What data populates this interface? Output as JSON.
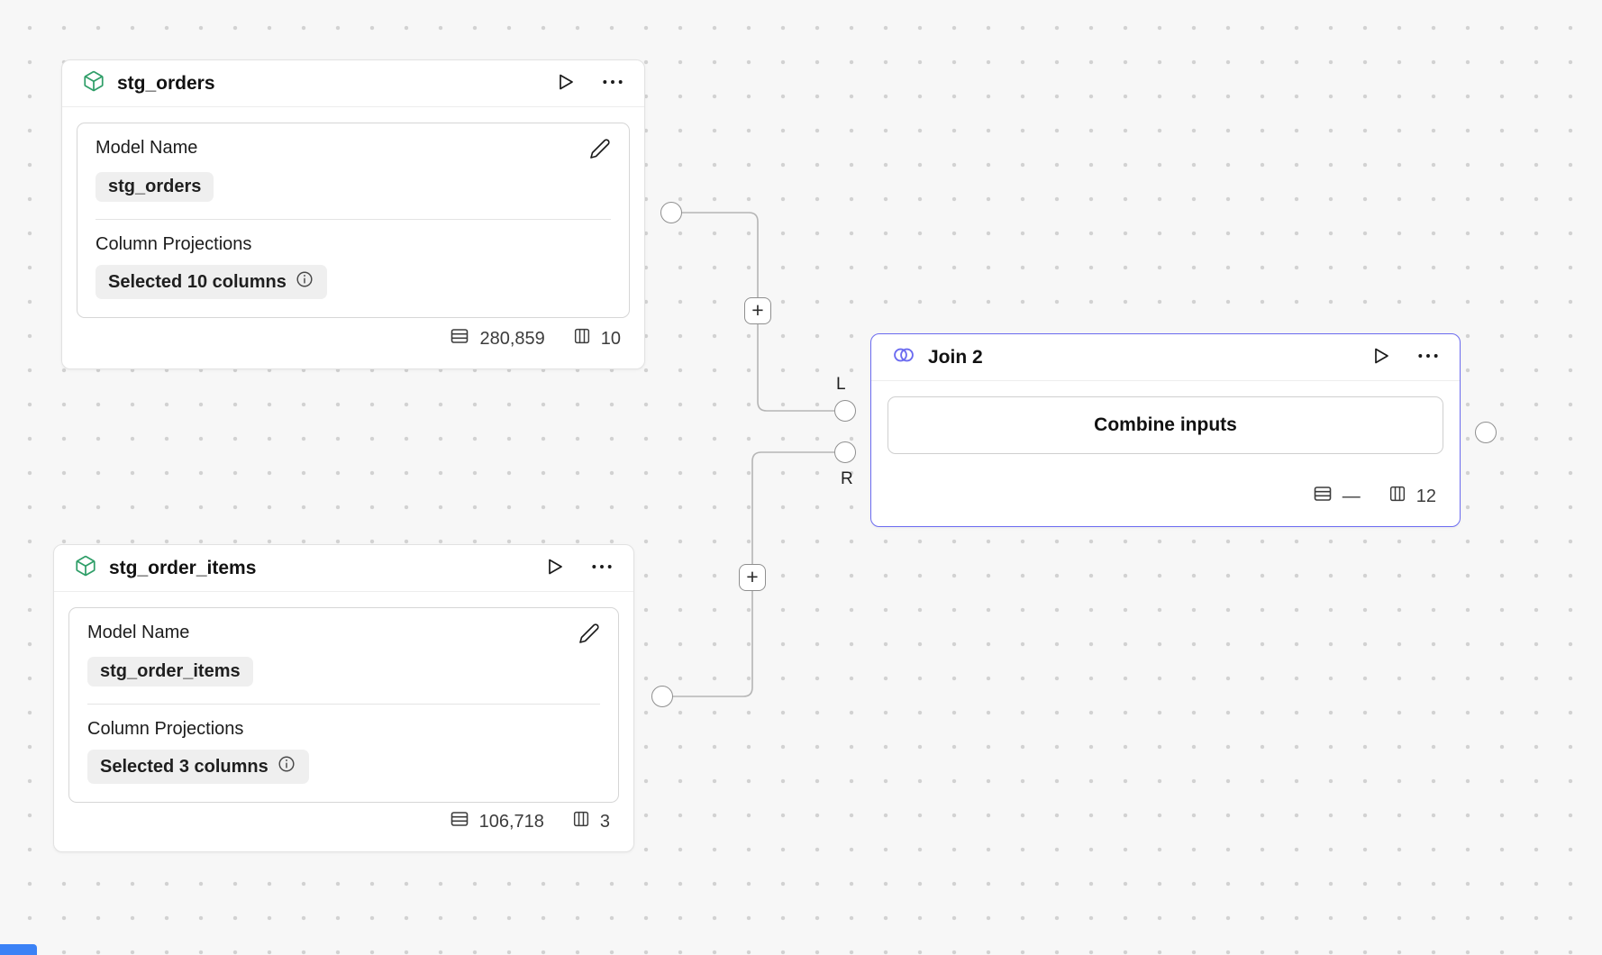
{
  "canvas": {
    "background": "#f7f7f7",
    "dot_color": "#d2d2d2",
    "edge_color": "#b5b5b5",
    "corner_accent_color": "#3b82f6"
  },
  "nodes": {
    "stg_orders": {
      "title": "stg_orders",
      "fields": {
        "model_name": {
          "label": "Model Name",
          "value": "stg_orders"
        },
        "column_projections": {
          "label": "Column Projections",
          "value": "Selected 10 columns"
        }
      },
      "stats": {
        "rows": "280,859",
        "columns": "10"
      }
    },
    "stg_order_items": {
      "title": "stg_order_items",
      "fields": {
        "model_name": {
          "label": "Model Name",
          "value": "stg_order_items"
        },
        "column_projections": {
          "label": "Column Projections",
          "value": "Selected 3 columns"
        }
      },
      "stats": {
        "rows": "106,718",
        "columns": "3"
      }
    },
    "join2": {
      "title": "Join 2",
      "accent_color": "#6b6bf0",
      "action_label": "Combine inputs",
      "stats": {
        "rows": "—",
        "columns": "12"
      }
    }
  },
  "connectors": {
    "left_port_label": "L",
    "right_port_label": "R",
    "add_step_label": "+"
  },
  "icon_colors": {
    "model_icon": "#2f9e68",
    "join_icon": "#6b6bf0"
  }
}
